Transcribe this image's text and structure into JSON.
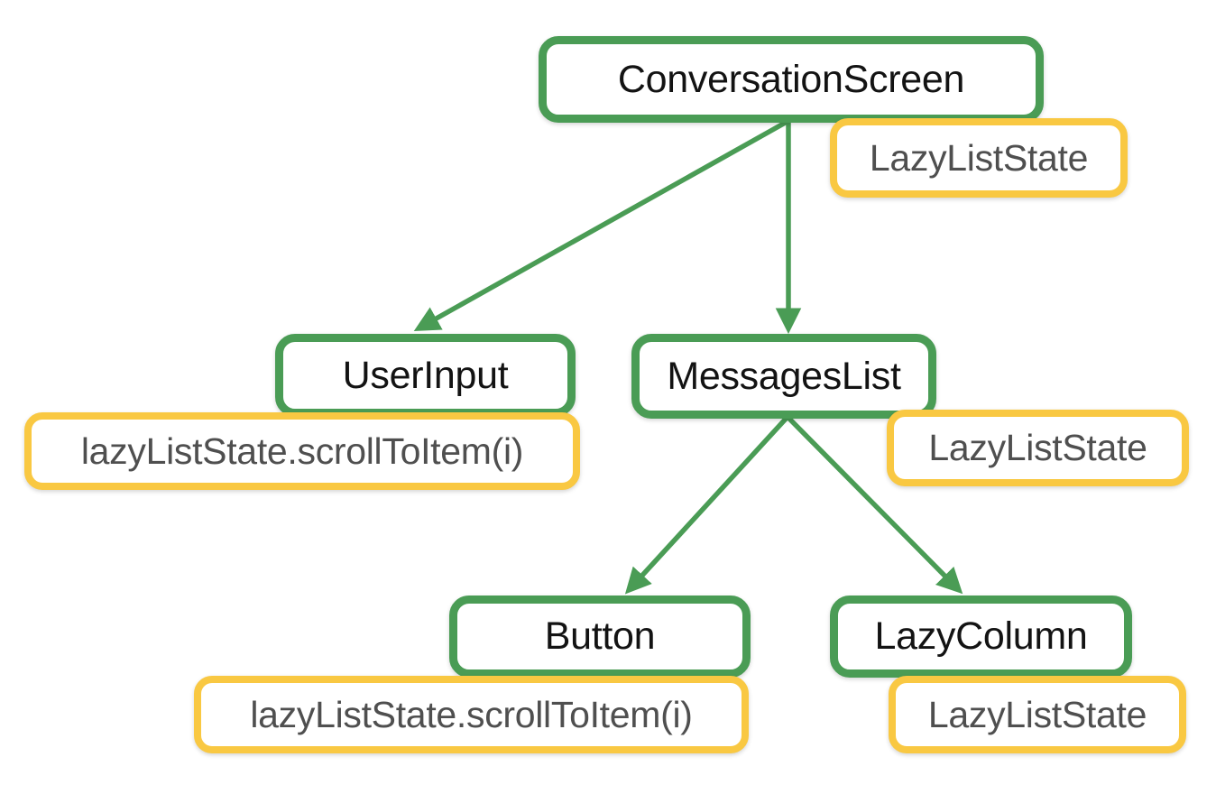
{
  "diagram": {
    "title": "Compose state hoisting tree",
    "background_color": "#ffffff",
    "component_color": "#4a9c55",
    "state_color": "#f9c842",
    "component_text_color": "#131313",
    "state_text_color": "#4f4f4f"
  },
  "nodes": {
    "conversation_screen": {
      "label": "ConversationScreen",
      "type": "component"
    },
    "state_top": {
      "label": "LazyListState",
      "type": "state"
    },
    "user_input": {
      "label": "UserInput",
      "type": "component"
    },
    "state_user_input": {
      "label": "lazyListState.scrollToItem(i)",
      "type": "state"
    },
    "messages_list": {
      "label": "MessagesList",
      "type": "component"
    },
    "state_messages_list": {
      "label": "LazyListState",
      "type": "state"
    },
    "button": {
      "label": "Button",
      "type": "component"
    },
    "state_button": {
      "label": "lazyListState.scrollToItem(i)",
      "type": "state"
    },
    "lazy_column": {
      "label": "LazyColumn",
      "type": "component"
    },
    "state_lazy_column": {
      "label": "LazyListState",
      "type": "state"
    }
  },
  "edges": [
    {
      "from": "conversation_screen",
      "to": "user_input"
    },
    {
      "from": "conversation_screen",
      "to": "messages_list"
    },
    {
      "from": "messages_list",
      "to": "button"
    },
    {
      "from": "messages_list",
      "to": "lazy_column"
    }
  ]
}
